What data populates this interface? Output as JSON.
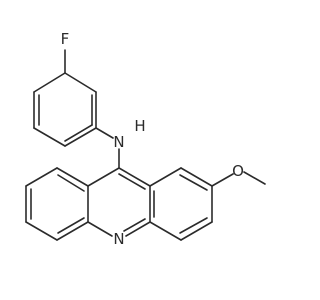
{
  "molecule": {
    "atoms": {
      "fluorine": "F",
      "amine_n": "N",
      "amine_h": "H",
      "methoxy_o": "O",
      "ring_n": "N"
    },
    "colors": {
      "bond": "#2b2b2b",
      "label": "#2b2b2b",
      "background": "#ffffff"
    }
  }
}
